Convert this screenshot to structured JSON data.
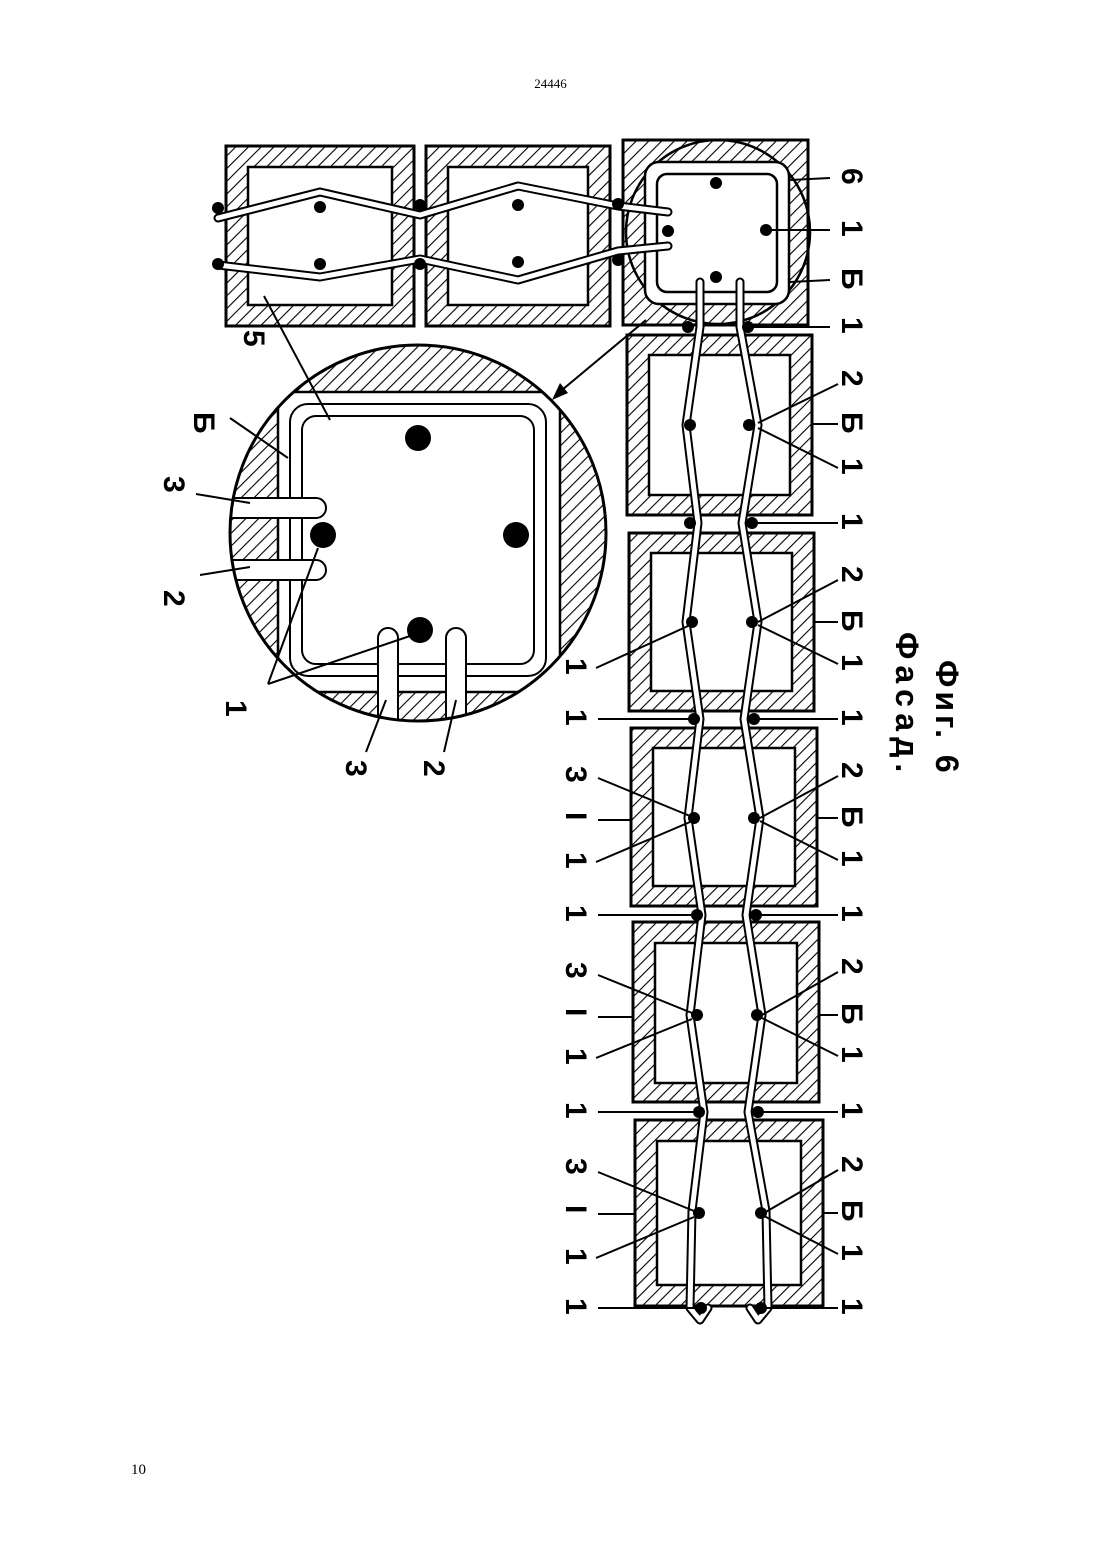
{
  "page": {
    "number_top": "24446",
    "number_bottom": "10"
  },
  "figure": {
    "caption_facade": "Фасад.",
    "caption_fig": "Фиг. 6",
    "labels": {
      "rod": "1",
      "clip_2": "2",
      "clip_3": "3",
      "block": "Б",
      "frame_5": "5",
      "frame_6": "6",
      "joint_I": "I"
    }
  }
}
